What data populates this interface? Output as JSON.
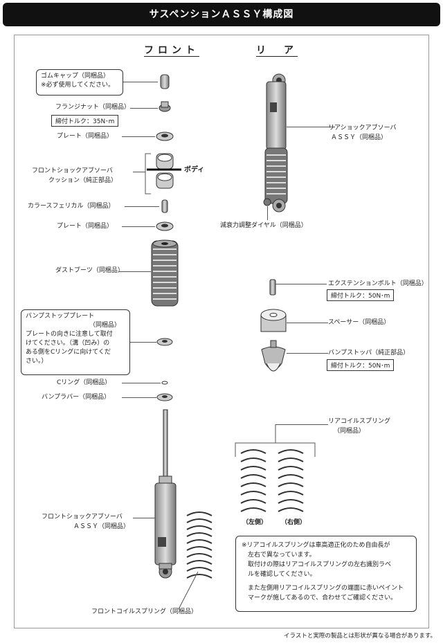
{
  "title": "サスペンションＡＳＳＹ構成図",
  "sections": {
    "front": "フロント",
    "rear": "リ　ア"
  },
  "front": {
    "cap_label": "ゴムキャップ（同梱品）",
    "cap_note": "※必ず使用してください。",
    "flange_nut": "フランジナット（同梱品）",
    "flange_torque": "締付トルク：35N･m",
    "plate1": "プレート（同梱品）",
    "cushion_line1": "フロントショックアブソーバ",
    "cushion_line2": "クッション（純正部品）",
    "body": "ボディ",
    "collar": "カラースフェリカル（同梱品）",
    "plate2": "プレート（同梱品）",
    "dust_boot": "ダストブーツ（同梱品）",
    "bump_plate_title": "バンプストッププレート",
    "bump_plate_sub": "（同梱品）",
    "bump_plate_note": [
      "プレートの向きに注意して取付",
      "けてください。（溝（凹み）の",
      "ある側をCリングに向けてくだ",
      "さい。）"
    ],
    "c_ring": "Cリング（同梱品）",
    "bump_rubber": "バンプラバー（同梱品）",
    "shock_line1": "フロントショックアブソーバ",
    "shock_line2": "ＡＳＳＹ（同梱品）",
    "coil_spring": "フロントコイルスプリング（同梱品）"
  },
  "rear": {
    "shock_line1": "リアショックアブソーバ",
    "shock_line2": "ＡＳＳＹ（同梱品）",
    "dial": "減衰力調整ダイヤル（同梱品）",
    "ext_bolt": "エクステンションボルト（同梱品）",
    "ext_torque": "締付トルク：50N･m",
    "spacer": "スペーサー（同梱品）",
    "bump_stopper": "バンプストッパ（純正部品）",
    "bump_torque": "締付トルク：50N･m",
    "coil_line1": "リアコイルスプリング",
    "coil_line2": "（同梱品）",
    "left": "（左側）",
    "right": "（右側）",
    "note": [
      "※リアコイルスプリングは車高適正化のため自由長が",
      "　左右で異なっています。",
      "　取付けの際はリアコイルスプリングの左右識別ラベ",
      "　ルを確認してください。",
      "",
      "　また左側用リアコイルスプリングの端面に赤いペイント",
      "　マークが施してあるので、合わせてご確認ください。"
    ]
  },
  "footer": "イラストと実際の製品とは形状が異なる場合があります。"
}
